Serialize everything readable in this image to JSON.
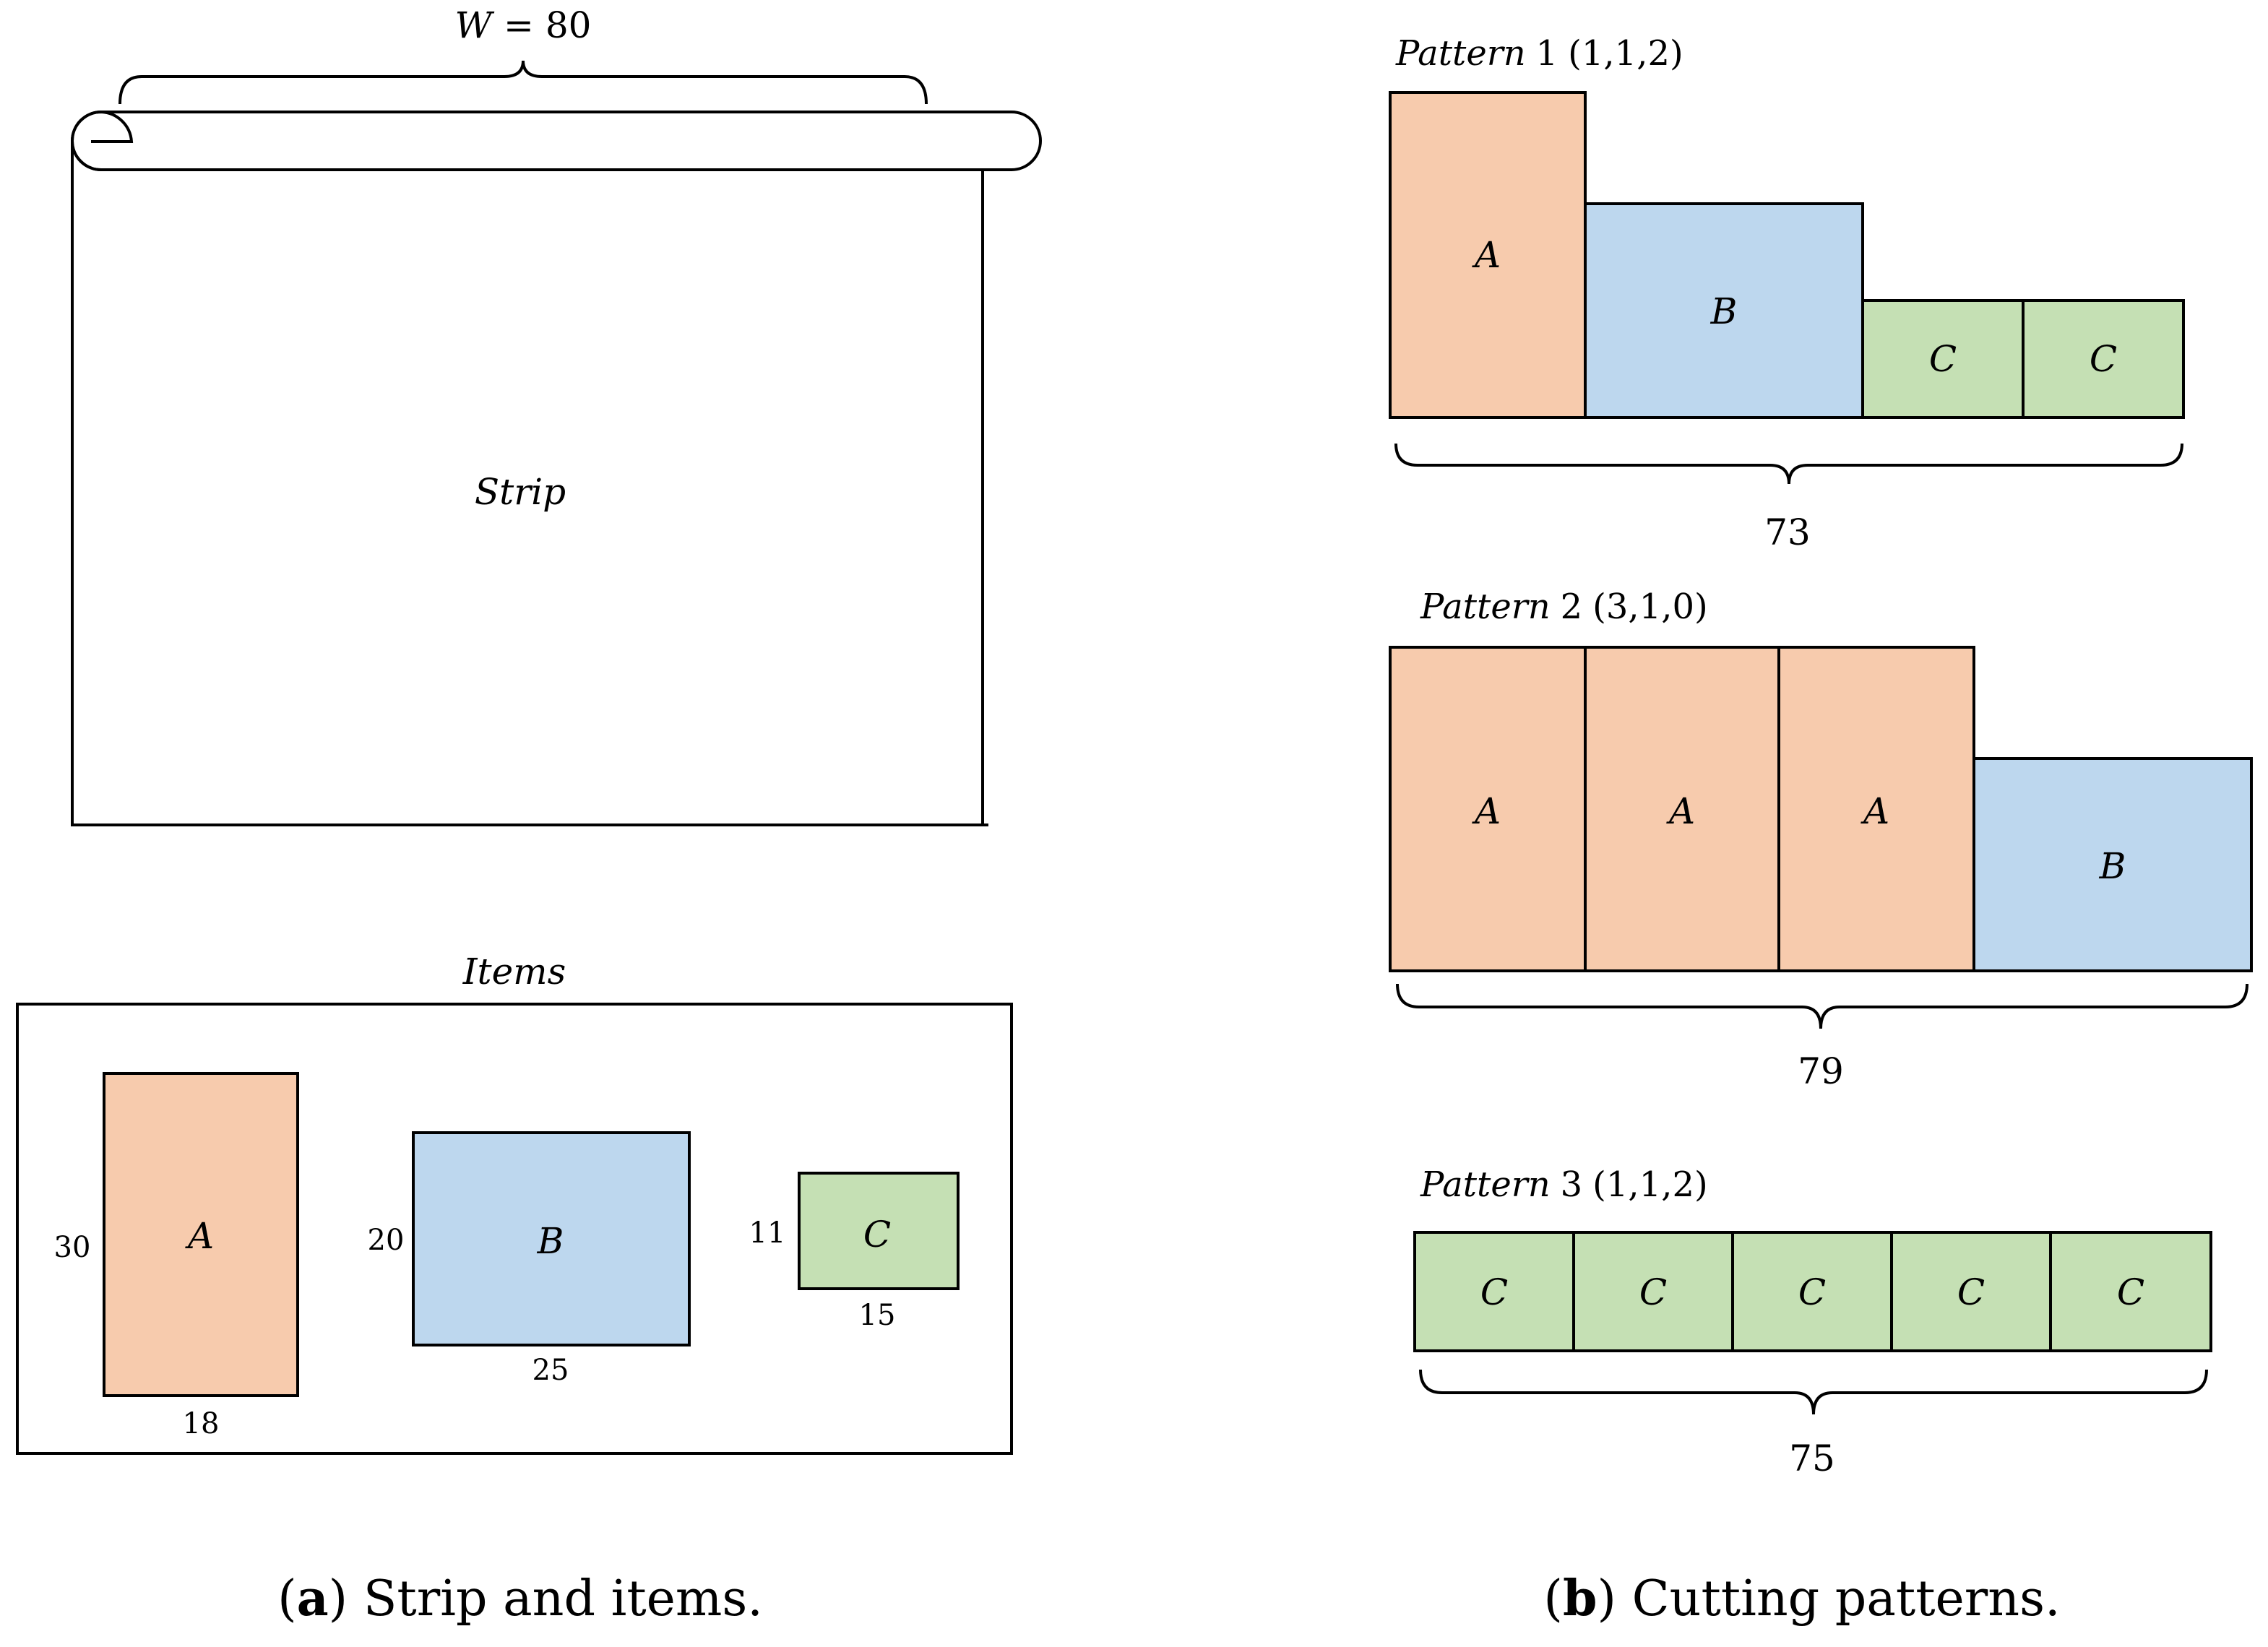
{
  "colors": {
    "A": "#f7cbad",
    "B": "#bdd7ee",
    "C": "#c5e0b4",
    "stroke": "#000000"
  },
  "strip": {
    "width_var": "W",
    "width_eq": "=",
    "width_value": "80",
    "label": "Strip"
  },
  "items": {
    "title": "Items",
    "list": [
      {
        "name": "A",
        "height": "30",
        "width": "18"
      },
      {
        "name": "B",
        "height": "20",
        "width": "25"
      },
      {
        "name": "C",
        "height": "11",
        "width": "15"
      }
    ]
  },
  "patterns": [
    {
      "word": "Pattern",
      "number": "1",
      "counts": "(1,1,2)",
      "pieces": [
        "A",
        "B",
        "C",
        "C"
      ],
      "total": "73"
    },
    {
      "word": "Pattern",
      "number": "2",
      "counts": "(3,1,0)",
      "pieces": [
        "A",
        "A",
        "A",
        "B"
      ],
      "total": "79"
    },
    {
      "word": "Pattern",
      "number": "3",
      "counts": "(1,1,2)",
      "pieces": [
        "C",
        "C",
        "C",
        "C",
        "C"
      ],
      "total": "75"
    }
  ],
  "captions": {
    "a": {
      "letter": "a",
      "text": "Strip and items."
    },
    "b": {
      "letter": "b",
      "text": "Cutting patterns."
    }
  }
}
